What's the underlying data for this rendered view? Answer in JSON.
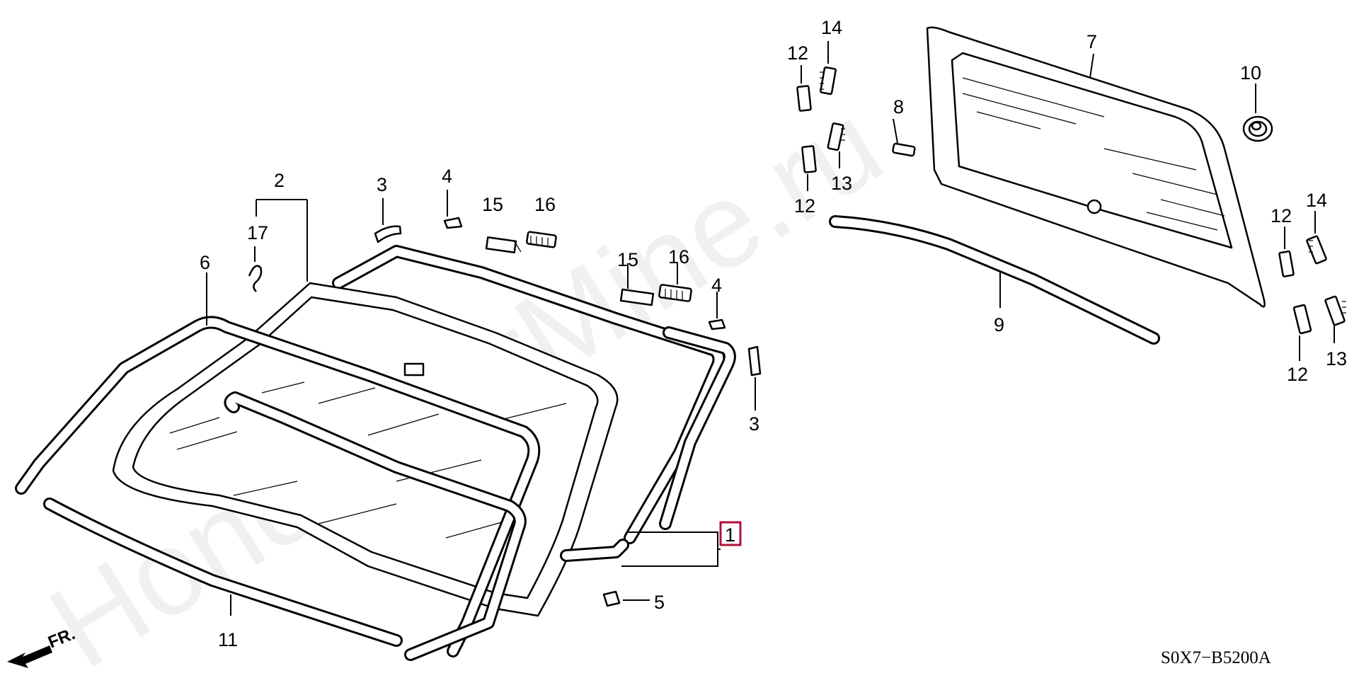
{
  "callouts": {
    "c1": "1",
    "c2": "2",
    "c3a": "3",
    "c3b": "3",
    "c4a": "4",
    "c4b": "4",
    "c5": "5",
    "c6": "6",
    "c7": "7",
    "c8": "8",
    "c9": "9",
    "c10": "10",
    "c11": "11",
    "c12a": "12",
    "c12b": "12",
    "c12c": "12",
    "c12d": "12",
    "c13a": "13",
    "c13b": "13",
    "c14a": "14",
    "c14b": "14",
    "c15a": "15",
    "c15b": "15",
    "c16a": "16",
    "c16b": "16",
    "c17": "17"
  },
  "front_label": "FR.",
  "diagram_code": "S0X7−B5200A",
  "watermark": "HondaCarMine.ru",
  "highlight_color": "#b0123c"
}
